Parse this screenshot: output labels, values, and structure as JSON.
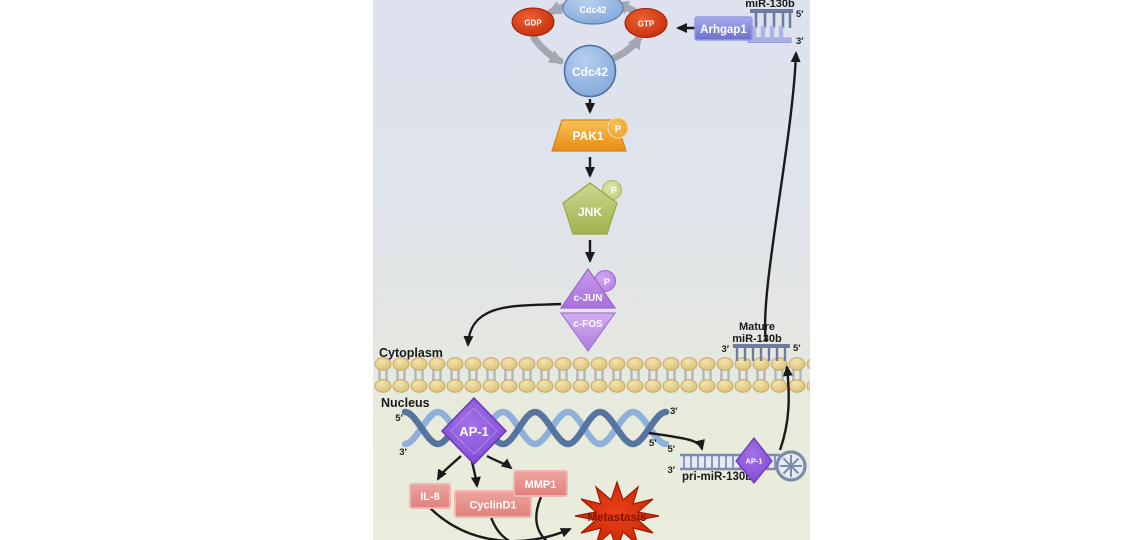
{
  "figure": {
    "type": "signaling-pathway-diagram",
    "compartments": {
      "cytoplasm": "Cytoplasm",
      "nucleus": "Nucleus"
    }
  },
  "nodes": {
    "cdc42_top": "Cdc42",
    "gdp": "GDP",
    "gtp": "GTP",
    "cdc42": "Cdc42",
    "arhgap1": "Arhgap1",
    "pak1": "PAK1",
    "jnk": "JNK",
    "c_jun": "c-JUN",
    "c_fos": "c-FOS",
    "ap1": "AP-1",
    "ap1_small": "AP-1",
    "il8": "IL-8",
    "cyclind1": "CyclinD1",
    "mmp1": "MMP1",
    "metastasis": "Metastasis",
    "phospho_badge": "P"
  },
  "rna": {
    "mir130b_top_label": "miR-130b",
    "mature_label_line1": "Mature",
    "mature_label_line2": "miR-130b",
    "pri_mir_label": "pri-miR-130b"
  },
  "prime_labels": {
    "five": "5′",
    "three": "3′"
  },
  "colors": {
    "background_top": "#dde2ee",
    "background_bottom": "#eaeddb",
    "gdp_gtp_red": "#c92c0a",
    "cdc42_blue": "#85a9da",
    "arhgap1_purple": "#7479d2",
    "pak1_orange": "#ef9d26",
    "jnk_green": "#aebc5e",
    "jun_fos_purple": "#bb8ae4",
    "ap1_purple": "#8450d4",
    "gene_box_pink": "#e78d89",
    "metastasis_red": "#d0250c",
    "membrane_tan": "#e3c87e",
    "dna_blue_dark": "#56749f",
    "dna_blue_light": "#8fb0d8",
    "arrow_black": "#1a1a1a",
    "cycle_arrow_gray": "#a2a8b2"
  }
}
